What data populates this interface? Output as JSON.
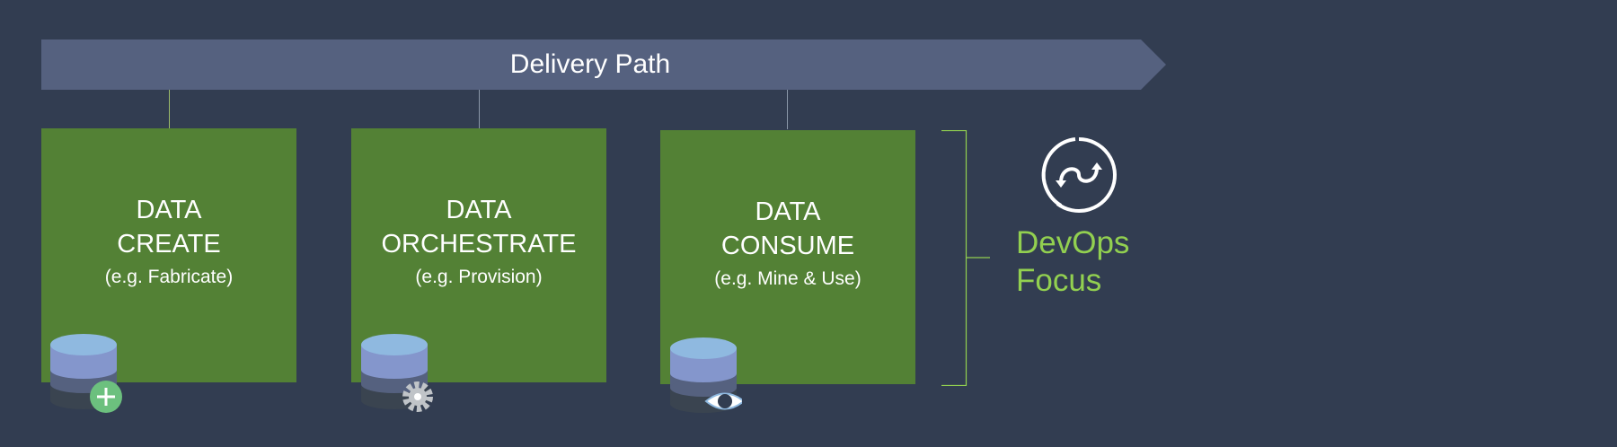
{
  "banner": {
    "label": "Delivery Path"
  },
  "stages": [
    {
      "title1": "DATA",
      "title2": "CREATE",
      "subtitle": "(e.g. Fabricate)",
      "icon": "database-add-icon"
    },
    {
      "title1": "DATA",
      "title2": "ORCHESTRATE",
      "subtitle": "(e.g. Provision)",
      "icon": "database-gear-icon"
    },
    {
      "title1": "DATA",
      "title2": "CONSUME",
      "subtitle": "(e.g. Mine & Use)",
      "icon": "database-eye-icon"
    }
  ],
  "focus": {
    "line1": "DevOps",
    "line2": "Focus",
    "icon": "devops-cycle-icon"
  },
  "colors": {
    "background": "#323d51",
    "banner": "#55617f",
    "box": "#538135",
    "accent": "#92d050"
  }
}
